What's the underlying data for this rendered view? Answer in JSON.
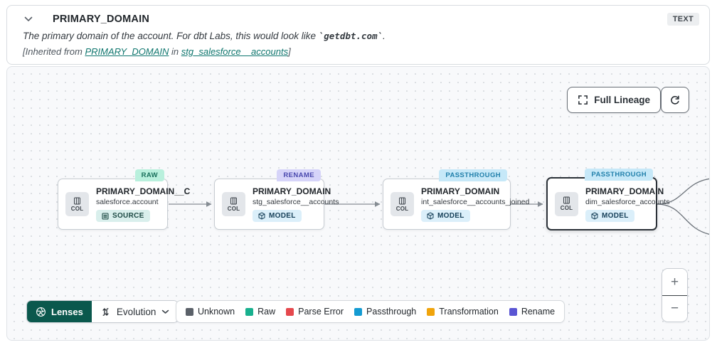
{
  "header": {
    "title": "PRIMARY_DOMAIN",
    "type_badge": "TEXT",
    "description": {
      "prefix": "The primary domain of the account. For dbt Labs, this would look like ",
      "code": "`getdbt.com`",
      "suffix": "."
    },
    "inherited": {
      "prefix": "[Inherited from ",
      "column_link": "PRIMARY_DOMAIN",
      "middle": " in ",
      "model_link": "stg_salesforce__accounts",
      "suffix": "]"
    }
  },
  "toolbar": {
    "full_lineage_label": "Full Lineage"
  },
  "nodes": [
    {
      "col_label": "COL",
      "title": "PRIMARY_DOMAIN__C",
      "subtitle": "salesforce.account",
      "kind": "SOURCE",
      "evolution": "RAW"
    },
    {
      "col_label": "COL",
      "title": "PRIMARY_DOMAIN",
      "subtitle": "stg_salesforce__accounts",
      "kind": "MODEL",
      "evolution": "RENAME"
    },
    {
      "col_label": "COL",
      "title": "PRIMARY_DOMAIN",
      "subtitle": "int_salesforce__accounts_joined",
      "kind": "MODEL",
      "evolution": "PASSTHROUGH"
    },
    {
      "col_label": "COL",
      "title": "PRIMARY_DOMAIN",
      "subtitle": "dim_salesforce_accounts",
      "kind": "MODEL",
      "evolution": "PASSTHROUGH"
    }
  ],
  "lenses": {
    "label": "Lenses",
    "selected_lens": "Evolution"
  },
  "legend": {
    "items": [
      {
        "label": "Unknown",
        "color": "#5b6169"
      },
      {
        "label": "Raw",
        "color": "#18b08e"
      },
      {
        "label": "Parse Error",
        "color": "#e5484d"
      },
      {
        "label": "Passthrough",
        "color": "#149bd2"
      },
      {
        "label": "Transformation",
        "color": "#f0a40c"
      },
      {
        "label": "Rename",
        "color": "#5a55d3"
      }
    ]
  },
  "zoom": {
    "in": "+",
    "out": "−"
  },
  "colors": {
    "lenses_bg": "#0a584d",
    "raw_badge_bg": "#b9f0dd",
    "rename_badge_bg": "#d6d4f9",
    "passthrough_badge_bg": "#c6e8f8",
    "canvas_bg": "#f8f9fb",
    "link_teal": "#0f766e"
  }
}
